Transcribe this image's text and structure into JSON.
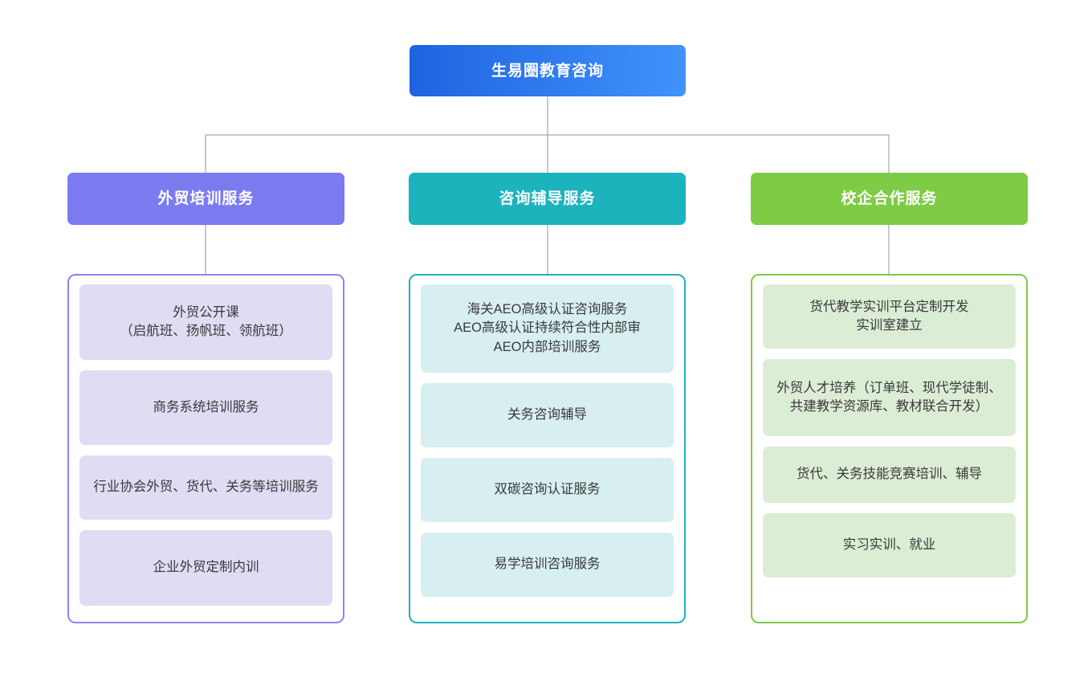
{
  "diagram": {
    "type": "organization-tree",
    "orientation": "top-down",
    "levels": 3,
    "background_color": "#ffffff",
    "connector_color": "#8c95a5"
  },
  "root": {
    "label": "生易圈教育咨询",
    "gradient_from": "#1f63e0",
    "gradient_to": "#3f93fa",
    "text_color": "#ffffff"
  },
  "branches": [
    {
      "id": "branch-foreign-trade-training",
      "label": "外贸培训服务",
      "header_color": "#7b7bf0",
      "panel_border_color": "#8a86f2",
      "card_color": "#e0dcf4",
      "text_color": "#3a3a3a",
      "items": [
        {
          "label": "外贸公开课\n（启航班、扬帆班、领航班）"
        },
        {
          "label": "商务系统培训服务"
        },
        {
          "label": "行业协会外贸、货代、关务等培训服务"
        },
        {
          "label": "企业外贸定制内训"
        }
      ]
    },
    {
      "id": "branch-consulting-tutoring",
      "label": "咨询辅导服务",
      "header_color": "#1cb3bd",
      "panel_border_color": "#1cb3bd",
      "card_color": "#d7eff0",
      "text_color": "#3a3a3a",
      "items": [
        {
          "label": "海关AEO高级认证咨询服务\nAEO高级认证持续符合性内部审\nAEO内部培训服务"
        },
        {
          "label": "关务咨询辅导"
        },
        {
          "label": "双碳咨询认证服务"
        },
        {
          "label": "易学培训咨询服务"
        }
      ]
    },
    {
      "id": "branch-school-enterprise",
      "label": "校企合作服务",
      "header_color": "#7ecb45",
      "panel_border_color": "#7ecb45",
      "card_color": "#dcedd5",
      "text_color": "#3a3a3a",
      "items": [
        {
          "label": "货代教学实训平台定制开发\n实训室建立"
        },
        {
          "label": "外贸人才培养（订单班、现代学徒制、共建教学资源库、教材联合开发）"
        },
        {
          "label": "货代、关务技能竞赛培训、辅导"
        },
        {
          "label": "实习实训、就业"
        }
      ]
    }
  ]
}
